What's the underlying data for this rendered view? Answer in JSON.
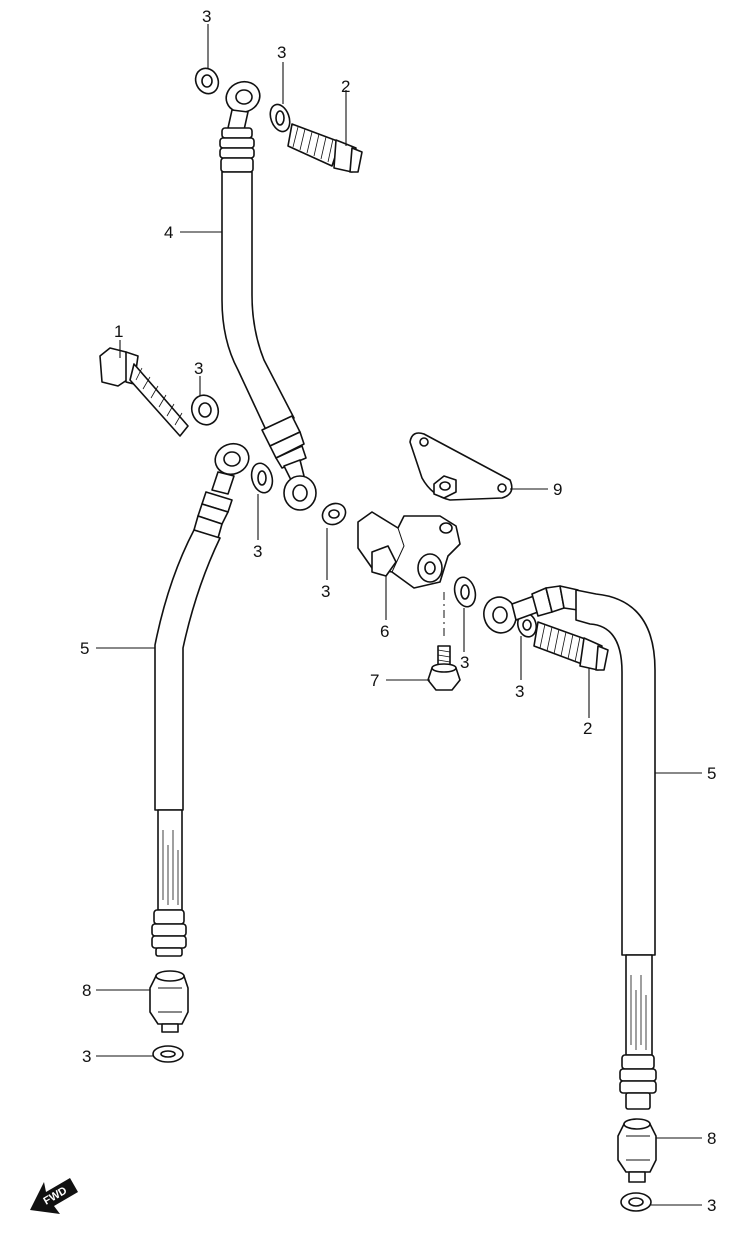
{
  "callouts": {
    "c1": "1",
    "c2a": "2",
    "c2b": "2",
    "c3a": "3",
    "c3b": "3",
    "c3c": "3",
    "c3d": "3",
    "c3e": "3",
    "c3f": "3",
    "c3g": "3",
    "c3h": "3",
    "c3i": "3",
    "c4": "4",
    "c5a": "5",
    "c5b": "5",
    "c6": "6",
    "c7": "7",
    "c8a": "8",
    "c8b": "8",
    "c9": "9"
  },
  "fwd_badge": "FWD",
  "colors": {
    "ink": "#111111",
    "paper": "#ffffff"
  }
}
